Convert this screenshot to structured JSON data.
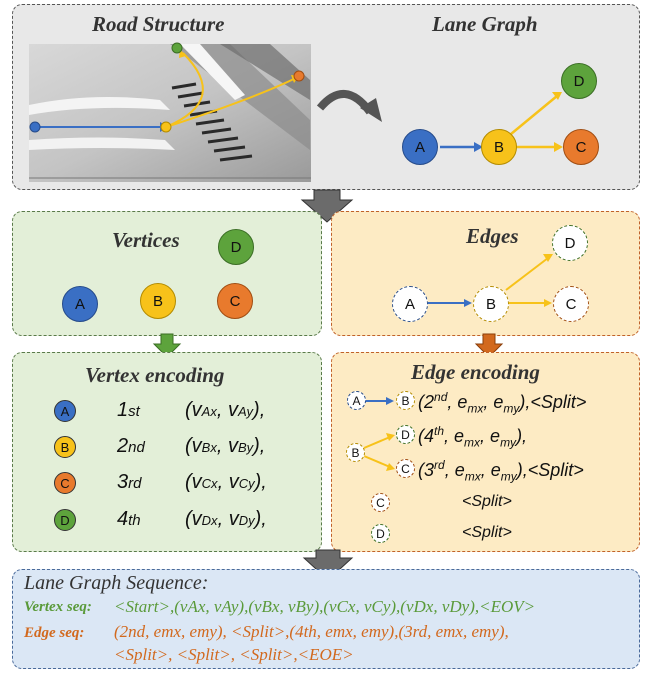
{
  "top": {
    "road_title": "Road Structure",
    "lane_title": "Lane Graph"
  },
  "nodes": {
    "a": "A",
    "b": "B",
    "c": "C",
    "d": "D"
  },
  "vertices": {
    "title": "Vertices"
  },
  "edges": {
    "title": "Edges"
  },
  "vertex_encoding": {
    "title": "Vertex encoding",
    "rows": [
      {
        "node": "A",
        "order": "1",
        "suffix": "st",
        "coord_open": "(",
        "vx": "v",
        "vx_sub": "Ax",
        "vy": "v",
        "vy_sub": "Ay",
        "close": "),",
        "color": "#3a6fc4"
      },
      {
        "node": "B",
        "order": "2",
        "suffix": "nd",
        "coord_open": "(",
        "vx": "v",
        "vx_sub": "Bx",
        "vy": "v",
        "vy_sub": "By",
        "close": "),",
        "color": "#f7c21a"
      },
      {
        "node": "C",
        "order": "3",
        "suffix": "rd",
        "coord_open": "(",
        "vx": "v",
        "vx_sub": "Cx",
        "vy": "v",
        "vy_sub": "Cy",
        "close": "),",
        "color": "#e87a2d"
      },
      {
        "node": "D",
        "order": "4",
        "suffix": "th",
        "coord_open": "(",
        "vx": "v",
        "vx_sub": "Dx",
        "vy": "v",
        "vy_sub": "Dy",
        "close": "),",
        "color": "#5da33c"
      }
    ]
  },
  "edge_encoding": {
    "title": "Edge encoding",
    "rows": [
      {
        "text_a": "(2",
        "sup": "nd",
        "text_b": ", e",
        "sub1": "mx",
        "text_c": ", e",
        "sub2": "my",
        "text_d": "),<Split>"
      },
      {
        "text_a": "(4",
        "sup": "th",
        "text_b": ", e",
        "sub1": "mx",
        "text_c": ", e",
        "sub2": "my",
        "text_d": "),"
      },
      {
        "text_a": "(3",
        "sup": "rd",
        "text_b": ", e",
        "sub1": "mx",
        "text_c": ", e",
        "sub2": "my",
        "text_d": "),<Split>"
      }
    ],
    "split_c": "<Split>",
    "split_d": "<Split>"
  },
  "sequence": {
    "title": "Lane Graph Sequence:",
    "vertex_label": "Vertex seq:",
    "vertex_seq": "<Start>,(vAx, vAy),(vBx, vBy),(vCx, vCy),(vDx, vDy),<EOV>",
    "edge_label": "Edge seq:",
    "edge_seq_line1": "(2nd, emx, emy), <Split>,(4th, emx, emy),(3rd, emx, emy),",
    "edge_seq_line2": "<Split>, <Split>, <Split>,<EOE>"
  },
  "colors": {
    "blue": "#3a6fc4",
    "yellow": "#f7c21a",
    "orange": "#e87a2d",
    "green": "#5da33c",
    "green_text": "#5a9a3a",
    "orange_text": "#d2691e"
  }
}
